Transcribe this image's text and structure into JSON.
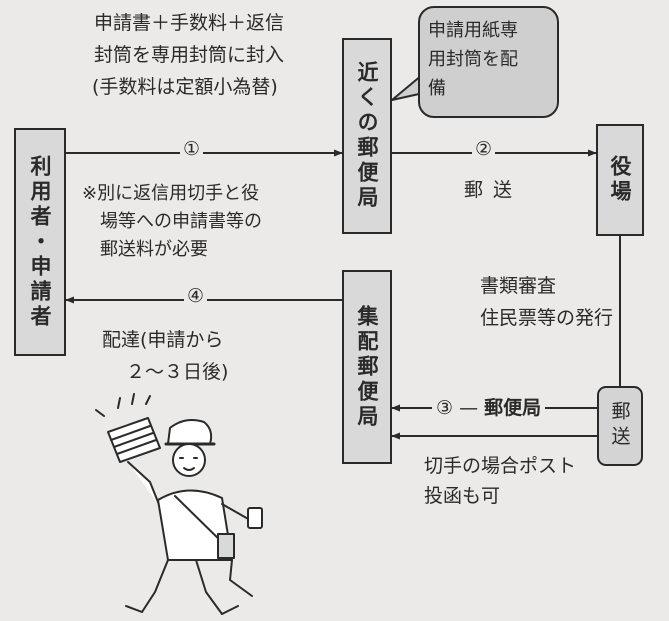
{
  "top_note": {
    "line1": "申請書＋手数料＋返信",
    "line2": "封筒を専用封筒に封入",
    "line3": "(手数料は定額小為替)"
  },
  "bubble": {
    "line1": "申請用紙専",
    "line2": "用封筒を配",
    "line3": "備"
  },
  "boxes": {
    "user": "利用者・申請者",
    "near_post": "近くの郵便局",
    "office": "役場",
    "collect_post": "集配郵便局"
  },
  "steps": {
    "s1": "①",
    "s2": "②",
    "s3": "③",
    "s4": "④"
  },
  "mail_label": "郵 送",
  "note": {
    "line1": "※別に返信用切手と役",
    "line2": "場等への申請書等の",
    "line3": "郵送料が必要"
  },
  "review": {
    "line1": "書類審査",
    "line2": "住民票等の発行"
  },
  "post_chip": "郵送",
  "step3_label": "郵便局",
  "delivery": {
    "line1": "配達(申請から",
    "line2": "２～３日後)"
  },
  "stamp_note": {
    "line1": "切手の場合ポスト",
    "line2": "投函も可"
  }
}
